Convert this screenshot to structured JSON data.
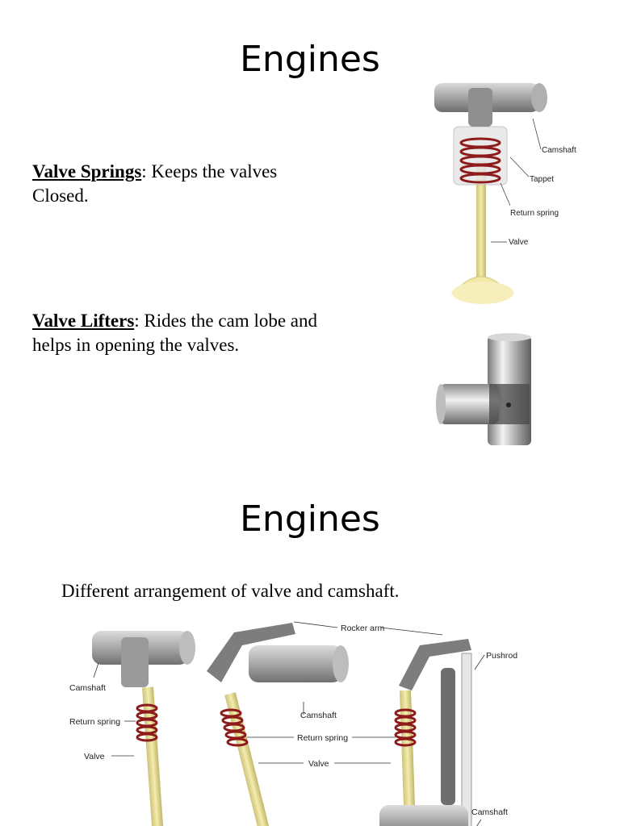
{
  "slide1": {
    "title": "Engines",
    "springs": {
      "term": "Valve Springs",
      "text": ": Keeps the valves Closed."
    },
    "lifters": {
      "term": "Valve Lifters",
      "text": ": Rides the cam lobe and helps in opening the valves."
    },
    "diagram_labels": {
      "camshaft": "Camshaft",
      "tappet": "Tappet",
      "return_spring": "Return spring",
      "valve": "Valve"
    }
  },
  "slide2": {
    "title": "Engines",
    "intro": "Different arrangement of valve and camshaft.",
    "diagram_labels": {
      "rocker_arm": "Rocker arm",
      "pushrod": "Pushrod",
      "camshaft_left": "Camshaft",
      "return_spring_left": "Return spring",
      "valve_left": "Valve",
      "camshaft_mid": "Camshaft",
      "return_spring_mid": "Return spring",
      "valve_mid": "Valve",
      "camshaft_right": "Camshaft"
    }
  }
}
